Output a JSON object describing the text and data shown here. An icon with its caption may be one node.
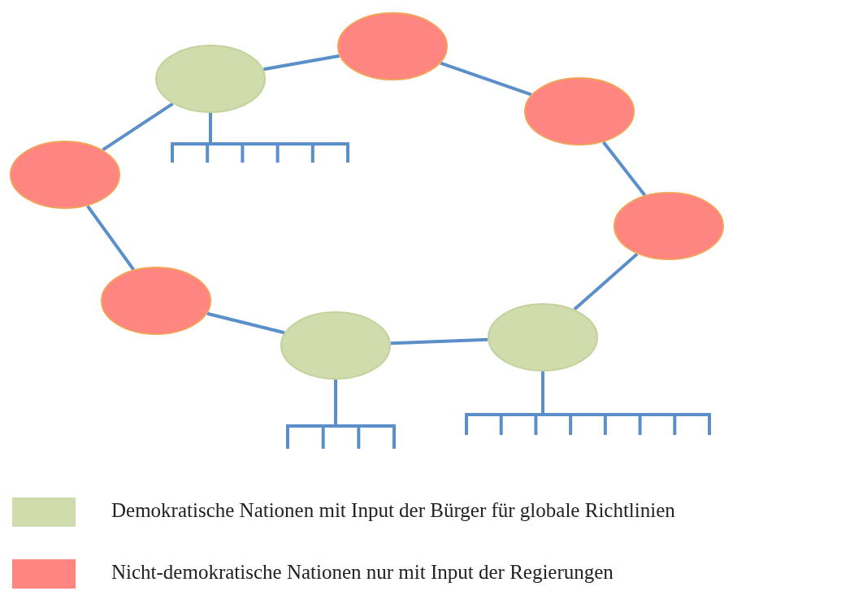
{
  "diagram": {
    "nodes": [
      {
        "text": [],
        "shape": "circle"
      },
      {
        "text": [],
        "shape": "circle"
      },
      {
        "text": [],
        "shape": "circle"
      },
      {
        "text": [],
        "shape": "circle"
      },
      {
        "text": [],
        "shape": "circle"
      },
      {
        "text": [],
        "shape": "circle"
      },
      {
        "text": [],
        "shape": "circle"
      },
      {
        "text": [],
        "shape": "circle"
      },
      {
        "text": [],
        "shape": "comb"
      },
      {
        "text": [],
        "shape": "comb"
      },
      {
        "text": [],
        "shape": "comb"
      }
    ],
    "edges": [
      {
        "from": 0,
        "to": 1,
        "arrow": "none"
      },
      {
        "from": 1,
        "to": 2,
        "arrow": "none"
      },
      {
        "from": 2,
        "to": 3,
        "arrow": "none"
      },
      {
        "from": 3,
        "to": 4,
        "arrow": "none"
      },
      {
        "from": 4,
        "to": 5,
        "arrow": "none"
      },
      {
        "from": 5,
        "to": 6,
        "arrow": "none"
      },
      {
        "from": 6,
        "to": 7,
        "arrow": "none"
      },
      {
        "from": 7,
        "to": 0,
        "arrow": "none"
      },
      {
        "from": 0,
        "to": 8,
        "arrow": "none"
      },
      {
        "from": 5,
        "to": 9,
        "arrow": "none"
      },
      {
        "from": 4,
        "to": 10,
        "arrow": "none"
      }
    ],
    "legend": [
      {
        "text": "Demokratische Nationen mit Input der Bürger für globale Richtlinien",
        "color": "#cfdcab"
      },
      {
        "text": "Nicht-demokratische Nationen nur mit Input der Regierungen",
        "color": "#ff8580"
      }
    ]
  }
}
